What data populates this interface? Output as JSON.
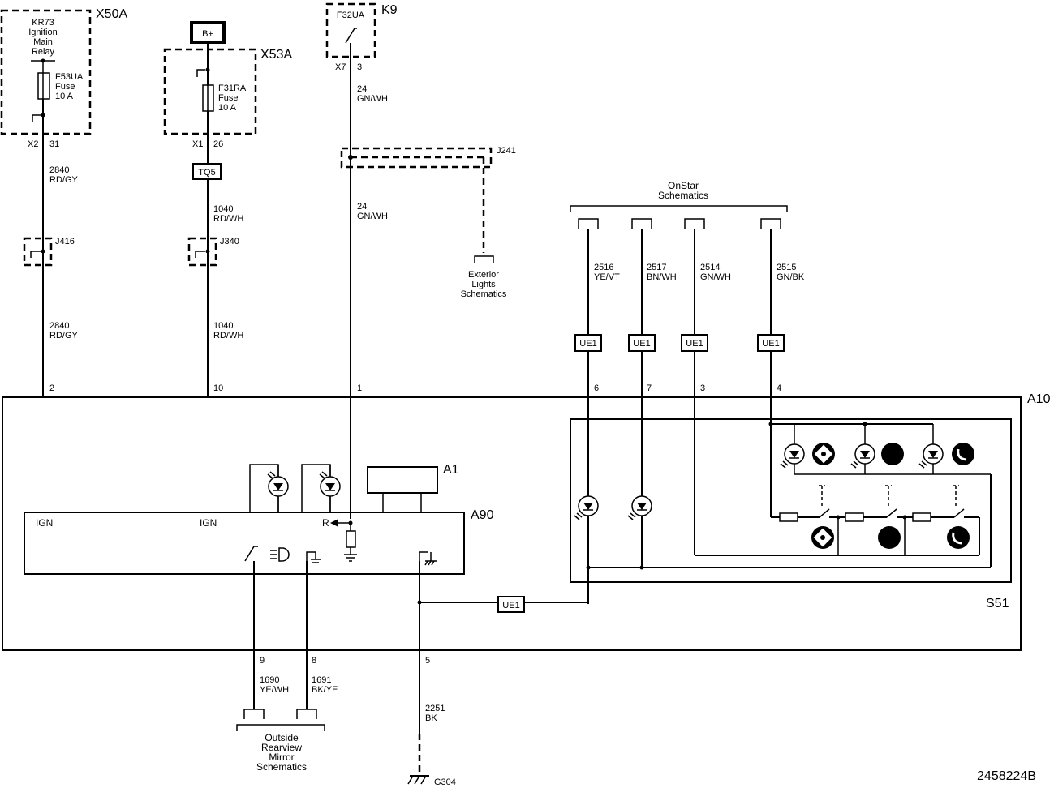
{
  "labels": {
    "x50a": "X50A",
    "x53a": "X53A",
    "k9": "K9",
    "a10": "A10",
    "a1": "A1",
    "a90": "A90",
    "s51": "S51",
    "diagram_id": "2458224B",
    "relay": [
      "KR73",
      "Ignition",
      "Main",
      "Relay"
    ],
    "fuse1": [
      "F53UA",
      "Fuse",
      "10 A"
    ],
    "fuse2": [
      "F31RA",
      "Fuse",
      "10 A"
    ],
    "fuse3": "F32UA",
    "bplus": "B+",
    "tq5": "TQ5",
    "j416": "J416",
    "j340": "J340",
    "j241": "J241",
    "ue1": "UE1",
    "g304": "G304",
    "ign1": "IGN",
    "ign2": "IGN",
    "r": "R",
    "onstar": [
      "OnStar",
      "Schematics"
    ],
    "exterior": [
      "Exterior",
      "Lights",
      "Schematics"
    ],
    "mirror": [
      "Outside",
      "Rearview",
      "Mirror",
      "Schematics"
    ]
  },
  "connectors": {
    "x2": "X2",
    "x2pin": "31",
    "x1": "X1",
    "x1pin": "26",
    "x7": "X7",
    "x7pin": "3"
  },
  "wires": {
    "w2840a": [
      "2840",
      "RD/GY"
    ],
    "w2840b": [
      "2840",
      "RD/GY"
    ],
    "w1040a": [
      "1040",
      "RD/WH"
    ],
    "w1040b": [
      "1040",
      "RD/WH"
    ],
    "w24a": [
      "24",
      "GN/WH"
    ],
    "w24b": [
      "24",
      "GN/WH"
    ],
    "w2516": [
      "2516",
      "YE/VT"
    ],
    "w2517": [
      "2517",
      "BN/WH"
    ],
    "w2514": [
      "2514",
      "GN/WH"
    ],
    "w2515": [
      "2515",
      "GN/BK"
    ],
    "w1690": [
      "1690",
      "YE/WH"
    ],
    "w1691": [
      "1691",
      "BK/YE"
    ],
    "w2251": [
      "2251",
      "BK"
    ]
  },
  "pins": {
    "p2": "2",
    "p10": "10",
    "p1": "1",
    "p6": "6",
    "p7": "7",
    "p3": "3",
    "p4": "4",
    "p9": "9",
    "p8": "8",
    "p5": "5"
  }
}
